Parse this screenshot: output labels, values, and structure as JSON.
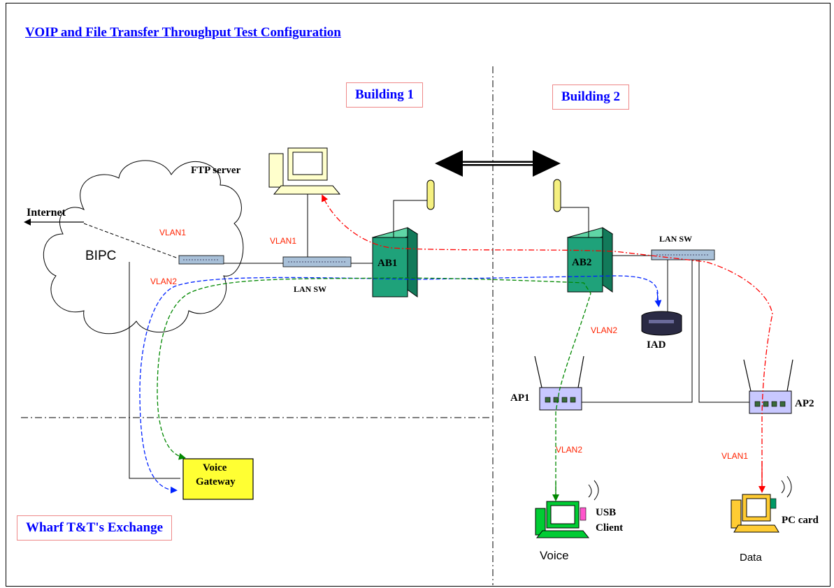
{
  "title": "VOIP and File Transfer Throughput Test Configuration",
  "regions": {
    "building1": "Building 1",
    "building2": "Building 2",
    "exchange": "Wharf T&T's Exchange"
  },
  "nodes": {
    "ftp_server": "FTP server",
    "internet": "Internet",
    "bipc": "BIPC",
    "lan_sw_1": "LAN SW",
    "lan_sw_2": "LAN SW",
    "ab1": "AB1",
    "ab2": "AB2",
    "iad": "IAD",
    "ap1": "AP1",
    "ap2": "AP2",
    "voice_gateway_line1": "Voice",
    "voice_gateway_line2": "Gateway",
    "usb_client_line1": "USB",
    "usb_client_line2": "Client",
    "pc_card": "PC card",
    "voice": "Voice",
    "data": "Data"
  },
  "vlan_labels": {
    "bipc_vlan1": "VLAN1",
    "bipc_vlan2": "VLAN2",
    "ftp_vlan1": "VLAN1",
    "ab2_vlan2": "VLAN2",
    "ap1_vlan2": "VLAN2",
    "ap2_vlan1": "VLAN1"
  },
  "colors": {
    "vlan1_path": "#ff0000",
    "vlan2_voice_path": "#008800",
    "vlan2_iad_path": "#0022ff",
    "bridge_green": "#1fa27a",
    "antenna_yellow": "#f5f080",
    "gateway_yellow": "#ffff33",
    "ap_purple": "#c8c8ff",
    "title_blue": "#0000ff"
  },
  "icons": [
    "computer-icon",
    "cloud-icon",
    "switch-icon",
    "bridge-icon",
    "antenna-icon",
    "access-point-icon",
    "iad-modem-icon",
    "double-arrow-icon"
  ]
}
